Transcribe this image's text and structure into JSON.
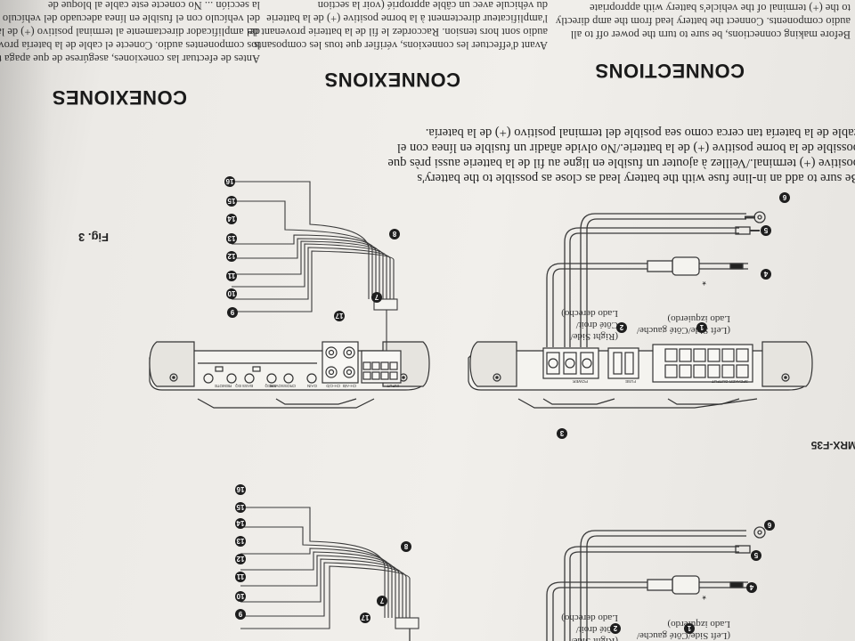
{
  "headings": {
    "connections": "CONNECTIONS",
    "connexions": "CONNEXIONS",
    "conexiones": "CONEXIONES"
  },
  "english": {
    "line1": "Before making connections, be sure to turn the power off to all",
    "line2": "audio components. Connect the battery lead from the amp directly",
    "line3": "to the (+) terminal of the vehicle's battery with appropriate"
  },
  "french": {
    "line1": "Avant d'effectuer les connexions, vérifier que tous les composants",
    "line2": "audio sont hors tension. Raccordez le fil de la batterie provenant de",
    "line3": "l'amplificateur directement à la borne positive (+) de la batterie",
    "line4": "du véhicule avec un câble approprié (voir la section"
  },
  "spanish": {
    "line1": "Antes de efectuar las conexiones, asegúrese de que apaga todos",
    "line2": "los componentes audio. Conecte el cable de la batería proveniente",
    "line3": "del amplificador directamente al terminal positivo (+) de la batería",
    "line4": "del vehículo con el fusible en línea adecuado del vehículo (consulte",
    "line5": "la sección ... No conecte este cable al bloque de"
  },
  "fuse_note": {
    "line1": "Be sure to add an in-line fuse with the battery lead as close as possible to the battery's",
    "line2": "positive (+) terminal./Veillez à ajouter un fusible en ligne au fil de la batterie aussi près que",
    "line3": "possible de la borne positive (+) de la batterie./No olvide añadir un fusible en línea con el",
    "line4": "cable de la batería tan cerca como sea posible del terminal positivo (+) de la batería."
  },
  "figure_label": "Fig. 3",
  "model_label": "MRX-F35",
  "side_labels": {
    "left": [
      "(Left Side/Côté gauche/",
      "Lado izquierdo)"
    ],
    "right": [
      "(Right Side/",
      "Côté droit/",
      "Lado derecho)"
    ]
  },
  "asterisk": "*",
  "callouts_top": [
    "1",
    "2",
    "3",
    "4",
    "5",
    "6",
    "7",
    "8",
    "9",
    "10",
    "11",
    "12",
    "13",
    "14",
    "15",
    "16",
    "17"
  ],
  "callouts_bottom": [
    "1",
    "2",
    "4",
    "5",
    "6",
    "7",
    "8",
    "9",
    "10",
    "11",
    "12",
    "13",
    "14",
    "15",
    "16",
    "17"
  ],
  "panel_labels": {
    "speaker_out": "SPEAKER OUTPUT",
    "power": "POWER",
    "fuse": "FUSE",
    "ch_ab": "CH-A/B",
    "ch_cd": "CH-C/D",
    "remote": "REMOTE",
    "gain": "GAIN",
    "crossover": "CROSSOVER",
    "freq": "FREQ",
    "bass": "BASS EQ",
    "input": "INPUT"
  }
}
